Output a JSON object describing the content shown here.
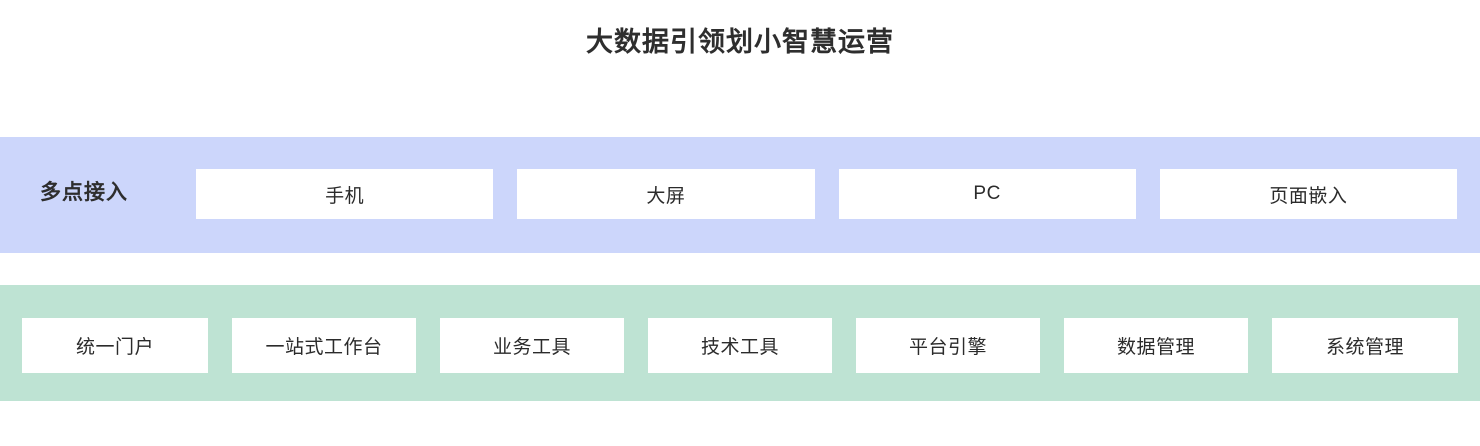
{
  "page": {
    "title": "大数据引领划小智慧运营",
    "background": "#ffffff"
  },
  "colors": {
    "access_band": "#ccd6fb",
    "platform_band": "#bee3d3",
    "card": "#ffffff",
    "text": "#2e2e2e"
  },
  "access_layer": {
    "label": "多点接入",
    "cards": [
      {
        "label": "手机"
      },
      {
        "label": "大屏"
      },
      {
        "label": "PC"
      },
      {
        "label": "页面嵌入"
      }
    ]
  },
  "platform_layer": {
    "label": "",
    "cards": [
      {
        "label": "统一门户"
      },
      {
        "label": "一站式工作台"
      },
      {
        "label": "业务工具"
      },
      {
        "label": "技术工具"
      },
      {
        "label": "平台引擎"
      },
      {
        "label": "数据管理"
      },
      {
        "label": "系统管理"
      }
    ]
  }
}
